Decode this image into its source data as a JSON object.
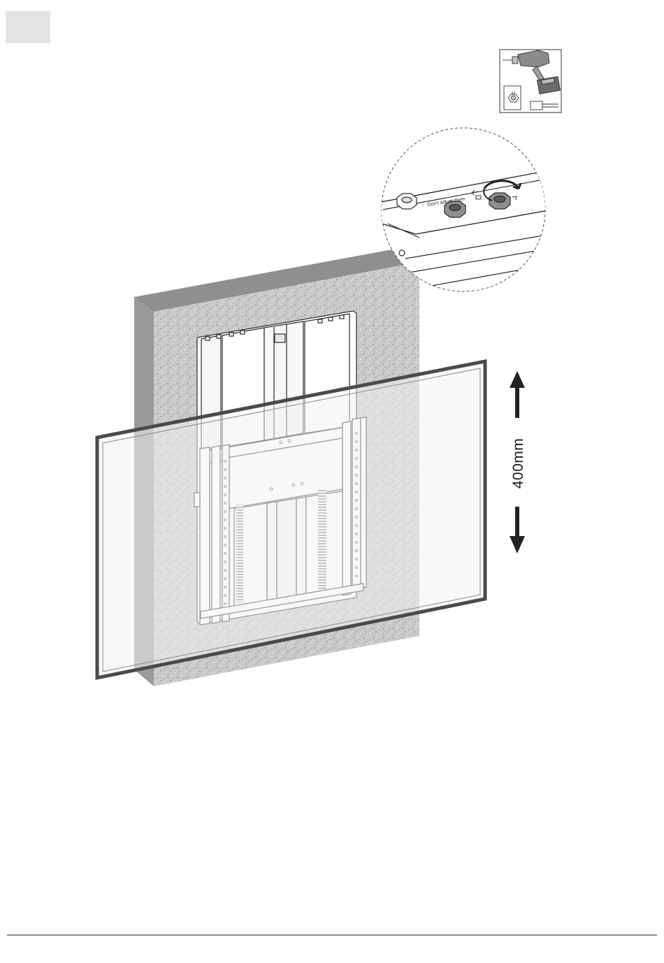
{
  "step": {
    "label_box": "gray-step-box"
  },
  "callout": {
    "warning_text": "Don't adjust them"
  },
  "measurement": {
    "height_label": "400mm",
    "up_arrow": "arrow-up-icon",
    "down_arrow": "arrow-down-icon"
  },
  "tools": {
    "drill": "cordless-drill-icon",
    "nut": "hex-nut-icon",
    "socket": "socket-bit-icon"
  },
  "colors": {
    "wall_face": "#c9c6c6",
    "wall_side": "#9a9a9a",
    "frame_line": "#2b2b2b",
    "screen_border": "#4a4a4a",
    "screen_fill": "#f2f2f2"
  }
}
